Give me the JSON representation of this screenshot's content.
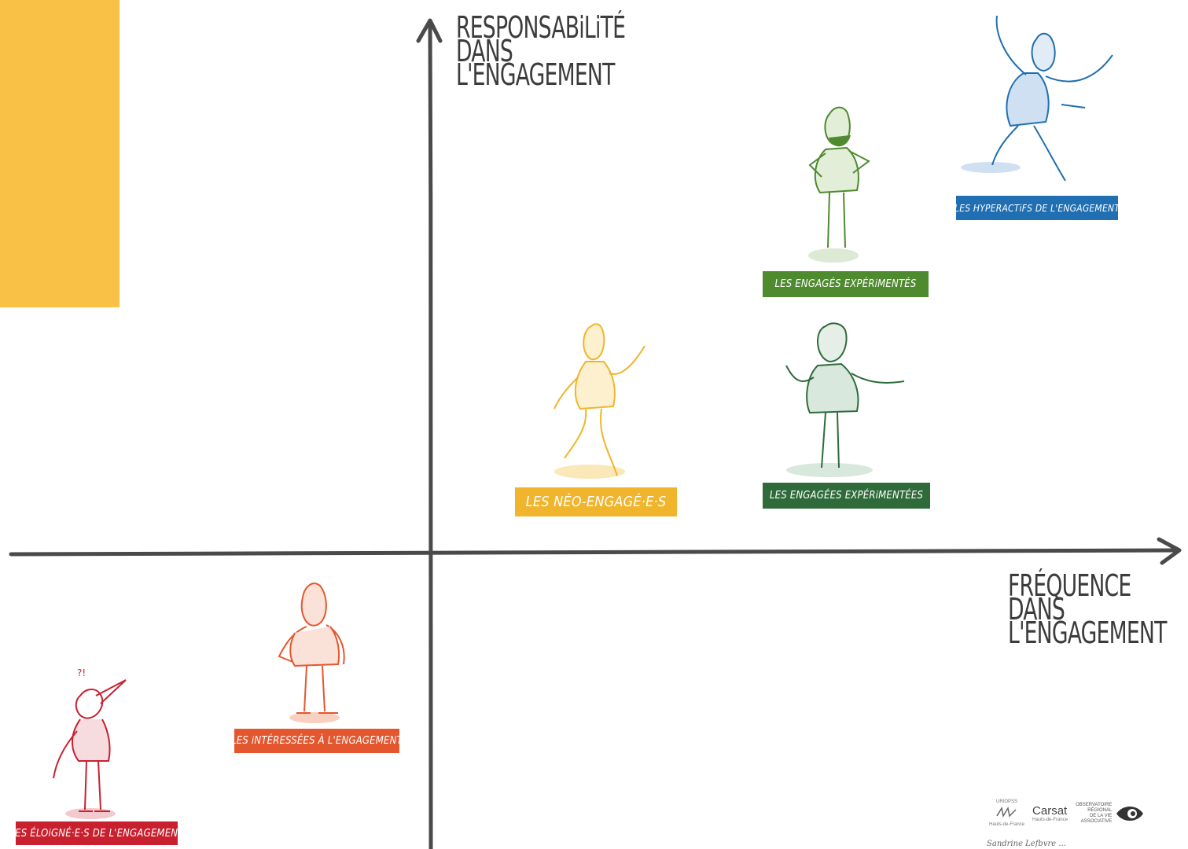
{
  "y_axis": {
    "title": "RESPONSABiLiTÉ\nDANS\nL'ENGAGEMENT"
  },
  "x_axis": {
    "title": "FRÉQUENCE\nDANS\nL'ENGAGEMENT"
  },
  "groups": [
    {
      "label": "LES ÉLOiGNÉ·E·S DE L'ENGAGEMENT",
      "color": "#c8202f"
    },
    {
      "label": "LES iNTÉRESSÉES À L'ENGAGEMENT",
      "color": "#e4572e"
    },
    {
      "label": "LES NÉO-ENGAGÉ·E·S",
      "color": "#f0b52c"
    },
    {
      "label": "LES ENGAGÉES EXPÉRiMENTÉES",
      "color": "#2f6b3a"
    },
    {
      "label": "LES ENGAGÉS EXPÉRiMENTÉS",
      "color": "#4e8a2e"
    },
    {
      "label": "LES HYPERACTiFS DE L'ENGAGEMENT",
      "color": "#1f6fb2"
    }
  ],
  "logos": {
    "uriopss": "URIOPSS",
    "uriopss_sub": "Hauts-de-France",
    "carsat": "Carsat",
    "carsat_sub": "Hauts-de-France",
    "observatoire": "OBSERVATOIRE\nRÉGIONAL\nDE LA VIE\nASSOCIATIVE"
  },
  "credit": "Sandrine Lefbvre ...",
  "accent_color": "#f9c145"
}
